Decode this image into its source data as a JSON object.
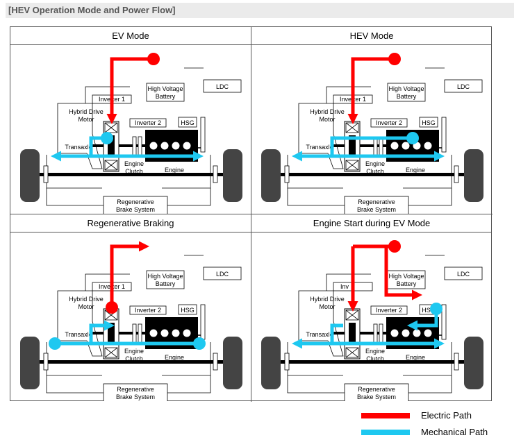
{
  "title": "[HEV Operation Mode and Power Flow]",
  "colors": {
    "electric": "#ff0000",
    "mechanical": "#1ec8f0"
  },
  "labels": {
    "inverter1": "Inverter 1",
    "inverter1_short": "Inv",
    "high_voltage_battery_l1": "High Voltage",
    "high_voltage_battery_l2": "Battery",
    "ldc": "LDC",
    "hybrid_drive_motor_l1": "Hybrid Drive",
    "hybrid_drive_motor_l2": "Motor",
    "inverter2": "Inverter 2",
    "hsg": "HSG",
    "transaxle": "Transaxle",
    "engine_clutch_l1": "Engine",
    "engine_clutch_l2": "Clutch",
    "engine": "Engine",
    "regen_brake_l1": "Regenerative",
    "regen_brake_l2": "Brake System"
  },
  "panels": [
    {
      "id": "ev",
      "title": "EV Mode"
    },
    {
      "id": "hev",
      "title": "HEV Mode"
    },
    {
      "id": "regen",
      "title": "Regenerative Braking"
    },
    {
      "id": "start",
      "title": "Engine Start during EV Mode"
    }
  ],
  "legend": [
    {
      "label": "Electric Path",
      "color": "electric"
    },
    {
      "label": "Mechanical Path",
      "color": "mechanical"
    }
  ]
}
